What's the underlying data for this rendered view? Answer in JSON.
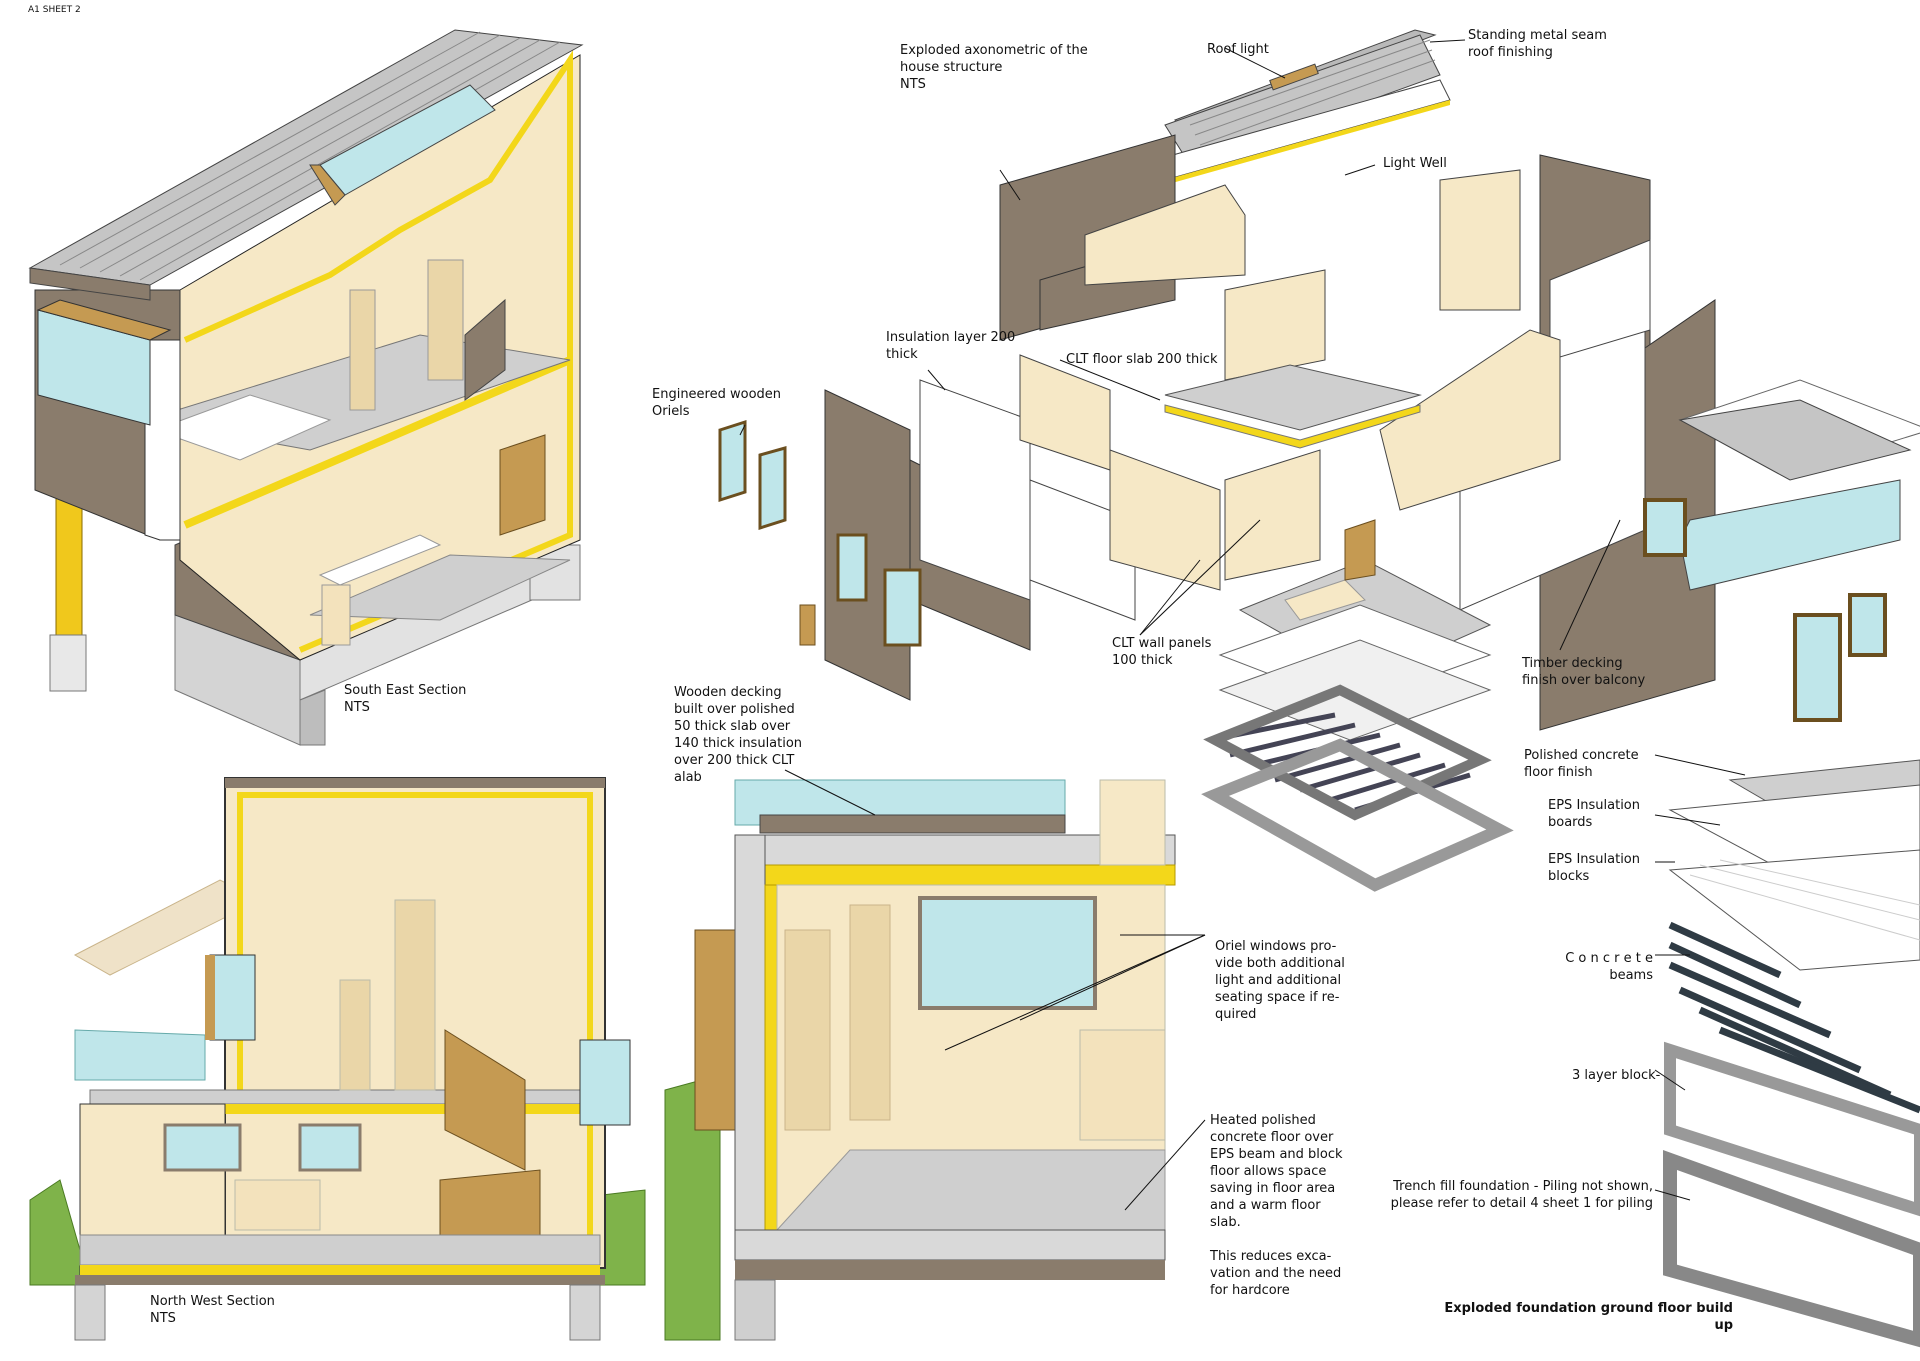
{
  "sheet_label": "A1 SHEET 2",
  "colors": {
    "cream": "#f6e8c6",
    "cream_dark": "#ead6a8",
    "insulation_yellow": "#f3d71a",
    "timber_brown": "#8a7c6c",
    "oak": "#c59a52",
    "glass": "#bfe6ea",
    "concrete": "#cfcfcf",
    "concrete_dark": "#9a9a9a",
    "grass": "#7fb34a",
    "roof_grey": "#b9b9b9"
  },
  "labels": {
    "south_east_section": "South East Section\nNTS",
    "north_west_section": "North West Section\nNTS",
    "exploded_title": "Exploded axonometric of the\nhouse structure\nNTS",
    "roof_light": "Roof light",
    "standing_seam": "Standing metal seam\nroof finishing",
    "light_well": "Light Well",
    "insulation_layer": "Insulation layer 200\nthick",
    "clt_floor_slab": "CLT floor slab 200 thick",
    "engineered_oriels": "Engineered wooden\nOriels",
    "clt_wall_panels": "CLT wall panels\n100 thick",
    "timber_decking": "Timber decking\nfinish over balcony",
    "wooden_decking": "Wooden decking\nbuilt over polished\n50 thick slab over\n140 thick insulation\nover 200 thick CLT\nalab",
    "oriel_windows": "Oriel windows pro-\nvide both additional\nlight and additional\nseating space if re-\nquired",
    "heated_floor": "Heated polished\nconcrete floor over\nEPS beam and block\nfloor allows space\nsaving in floor area\nand a warm floor\nslab.\n\nThis reduces exca-\nvation and the need\nfor hardcore",
    "polished_concrete": "Polished        concrete\nfloor finish",
    "eps_boards": "EPS          Insulation\nboards",
    "eps_blocks": "EPS          Insulation\nblocks",
    "concrete_beams": "C o n c r e t e\nbeams",
    "three_layer_block": "3 layer block-",
    "trench_fill": "Trench fill foundation - Piling not shown,\nplease refer to detail 4 sheet 1 for piling",
    "foundation_title": "Exploded foundation ground floor build\nup"
  }
}
